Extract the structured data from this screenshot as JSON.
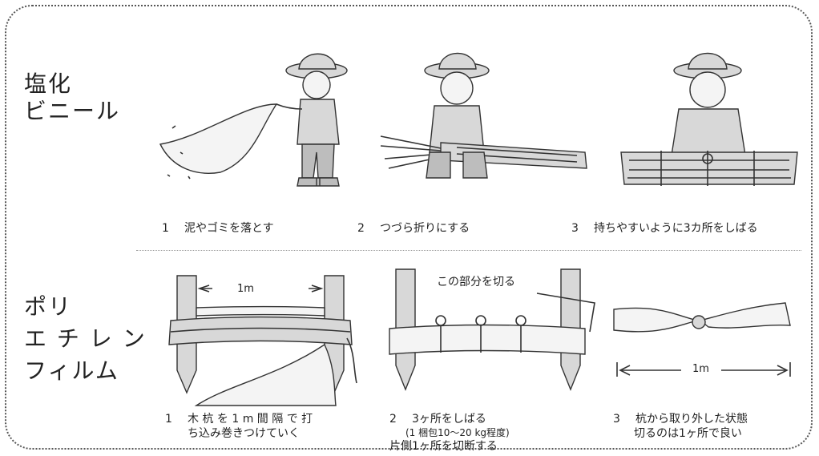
{
  "sections": [
    {
      "label_lines": [
        "塩化",
        "ビニール"
      ],
      "steps": [
        {
          "num": "1",
          "lines": [
            "泥やゴミを落とす"
          ]
        },
        {
          "num": "2",
          "lines": [
            "つづら折りにする"
          ]
        },
        {
          "num": "3",
          "lines": [
            "持ちやすいように3カ所をしばる"
          ]
        }
      ]
    },
    {
      "label_lines": [
        "ポリ",
        "エ チ レ ン",
        "フィルム"
      ],
      "steps": [
        {
          "num": "1",
          "lines": [
            "木 杭 を  1  m 間 隔 で 打",
            "ち込み巻きつけていく"
          ]
        },
        {
          "num": "2",
          "lines": [
            "3ヶ所をしばる",
            "(1 梱包10～20 kg程度)",
            "片側1ヶ所を切断する"
          ]
        },
        {
          "num": "3",
          "lines": [
            "杭から取り外した状態",
            "切るのは1ヶ所で良い"
          ]
        }
      ]
    }
  ],
  "annotations": {
    "distance_1": "1m",
    "cut_here": "この部分を切る",
    "distance_2": "1m"
  }
}
